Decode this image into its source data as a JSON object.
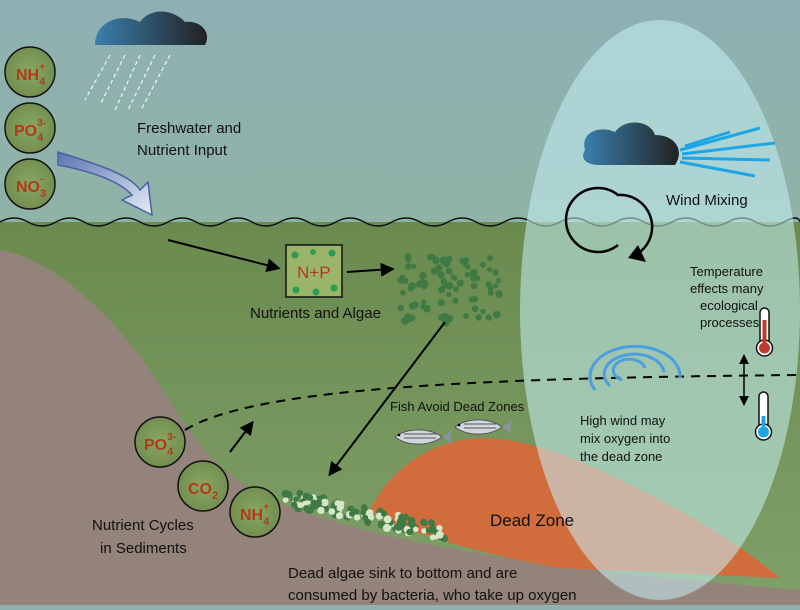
{
  "labels": {
    "freshwater_line1": "Freshwater and",
    "freshwater_line2": "Nutrient Input",
    "wind_mixing": "Wind Mixing",
    "np_box": "N+P",
    "nutrients_algae": "Nutrients and Algae",
    "temperature_line1": "Temperature",
    "temperature_line2": "effects many",
    "temperature_line3": "ecological",
    "temperature_line4": "processes",
    "fish_avoid": "Fish Avoid Dead Zones",
    "high_wind_line1": "High wind may",
    "high_wind_line2": "mix oxygen into",
    "high_wind_line3": "the dead zone",
    "dead_zone": "Dead Zone",
    "nutrient_cycles_line1": "Nutrient Cycles",
    "nutrient_cycles_line2": "in Sediments",
    "dead_algae_line1": "Dead algae sink to bottom and are",
    "dead_algae_line2": "consumed by bacteria, who take up oxygen"
  },
  "chemicals": {
    "input": [
      {
        "base": "NH",
        "sub": "4",
        "sup": "+"
      },
      {
        "base": "PO",
        "sub": "4",
        "sup": "3-"
      },
      {
        "base": "NO",
        "sub": "3",
        "sup": "-"
      }
    ],
    "sediment": [
      {
        "base": "PO",
        "sub": "4",
        "sup": "3-"
      },
      {
        "base": "CO",
        "sub": "2",
        "sup": ""
      },
      {
        "base": "NH",
        "sub": "4",
        "sup": "+"
      }
    ]
  },
  "colors": {
    "sky": "#8fb0b0",
    "water": "#6f8e55",
    "sediment": "#94837a",
    "dead_zone": "#d66a3a",
    "algae": "#3f7a45",
    "mixing_zone": "#bfe8ee",
    "chem_text": "#b23a1a",
    "chem_circle": "#7f9a5a"
  }
}
